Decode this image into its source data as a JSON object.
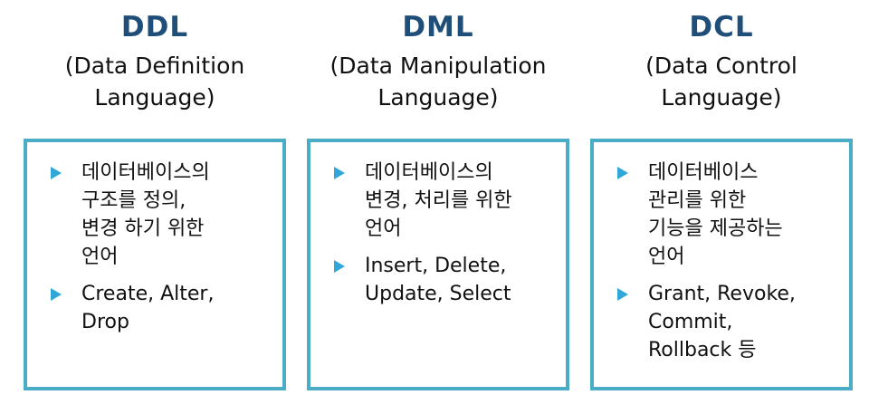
{
  "columns": [
    {
      "abbr": "DDL",
      "fullname": [
        "(Data Definition",
        "Language)"
      ],
      "bullets": [
        [
          "데이터베이스의",
          "구조를 정의,",
          "변경 하기 위한",
          "언어"
        ],
        [
          "Create, Alter,",
          "Drop"
        ]
      ]
    },
    {
      "abbr": "DML",
      "fullname": [
        "(Data Manipulation",
        "Language)"
      ],
      "bullets": [
        [
          "데이터베이스의",
          "변경, 처리를 위한",
          "언어"
        ],
        [
          "Insert, Delete,",
          "Update, Select"
        ]
      ]
    },
    {
      "abbr": "DCL",
      "fullname": [
        "(Data Control",
        "Language)"
      ],
      "bullets": [
        [
          "데이터베이스",
          "관리를 위한",
          "기능을 제공하는",
          "언어"
        ],
        [
          "Grant, Revoke,",
          "Commit,",
          "Rollback 등"
        ]
      ]
    }
  ],
  "colors": {
    "heading": "#1f4e79",
    "box_border": "#4bacc6",
    "bullet_arrow": "#31a7d8"
  },
  "icons": {
    "bullet": "triangle-right-icon"
  }
}
